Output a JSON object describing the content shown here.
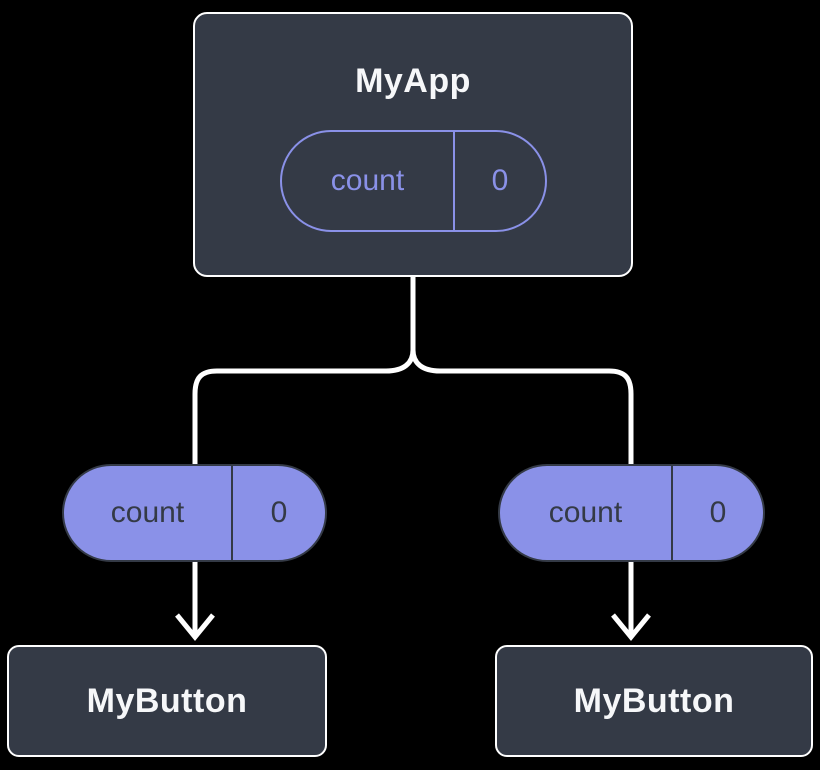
{
  "diagram": {
    "root": {
      "title": "MyApp",
      "state_pill": {
        "label": "count",
        "value": "0"
      }
    },
    "prop_pills": [
      {
        "label": "count",
        "value": "0"
      },
      {
        "label": "count",
        "value": "0"
      }
    ],
    "children": [
      {
        "title": "MyButton"
      },
      {
        "title": "MyButton"
      }
    ],
    "icons": {
      "left_arrow": "down-arrowhead",
      "right_arrow": "down-arrowhead"
    },
    "colors": {
      "background": "#000000",
      "node_fill": "#343a46",
      "node_border": "#ffffff",
      "node_text": "#f6f7f9",
      "pill_fill": "#8a91e8",
      "pill_outline": "#8a91e8",
      "pill_text_dark": "#343a46",
      "connector": "#ffffff"
    }
  }
}
